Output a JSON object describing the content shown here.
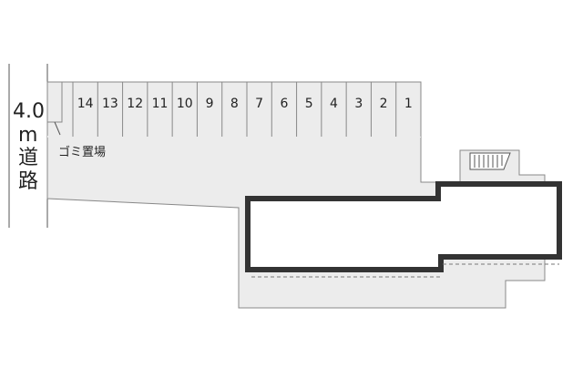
{
  "road": {
    "width_label": "4.0",
    "unit_label": "m",
    "road_chars": [
      "道",
      "路"
    ]
  },
  "gomi_label": "ゴミ置場",
  "parking_slots": [
    "14",
    "13",
    "12",
    "11",
    "10",
    "9",
    "8",
    "7",
    "6",
    "5",
    "4",
    "3",
    "2",
    "1"
  ],
  "colors": {
    "lot_fill": "#ececec",
    "building_outline": "#333333",
    "lines": "#555555"
  }
}
